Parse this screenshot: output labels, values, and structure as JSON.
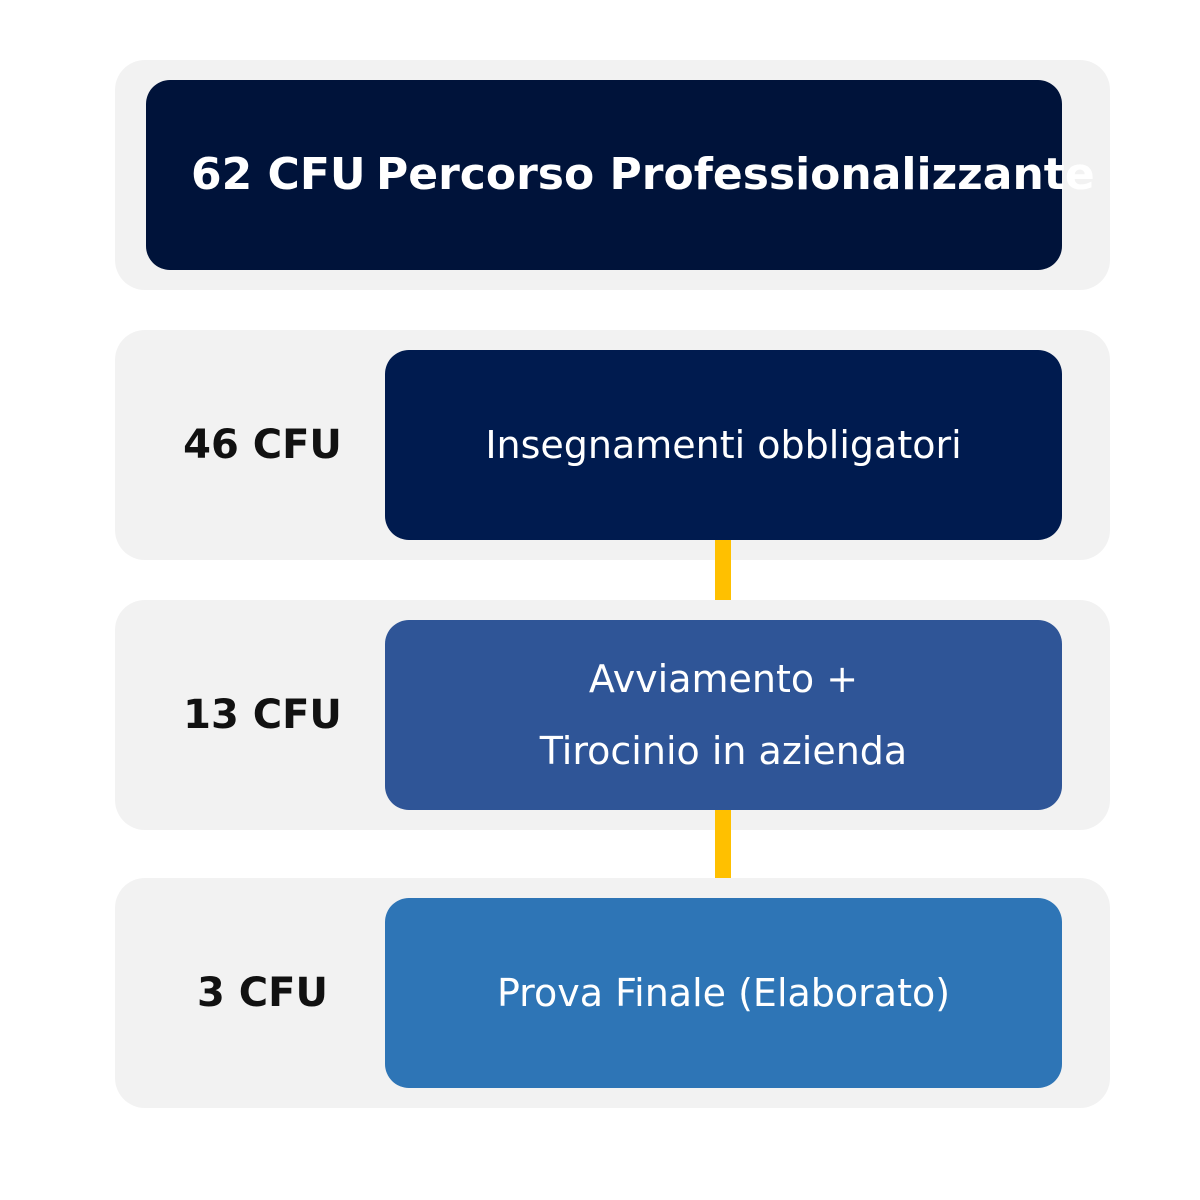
{
  "rows": [
    {
      "cfu": "62 CFU",
      "title": "Percorso Professionalizzante",
      "color": "#00133a"
    },
    {
      "cfu": "46 CFU",
      "title": "Insegnamenti obbligatori",
      "color": "#001b4f"
    },
    {
      "cfu": "13 CFU",
      "title_line1": "Avviamento +",
      "title_line2": "Tirocinio in azienda",
      "color": "#2f5597"
    },
    {
      "cfu": "3 CFU",
      "title": "Prova Finale (Elaborato)",
      "color": "#2e75b6"
    }
  ],
  "colors": {
    "connector": "#ffc000",
    "row_background": "#f2f2f2"
  }
}
